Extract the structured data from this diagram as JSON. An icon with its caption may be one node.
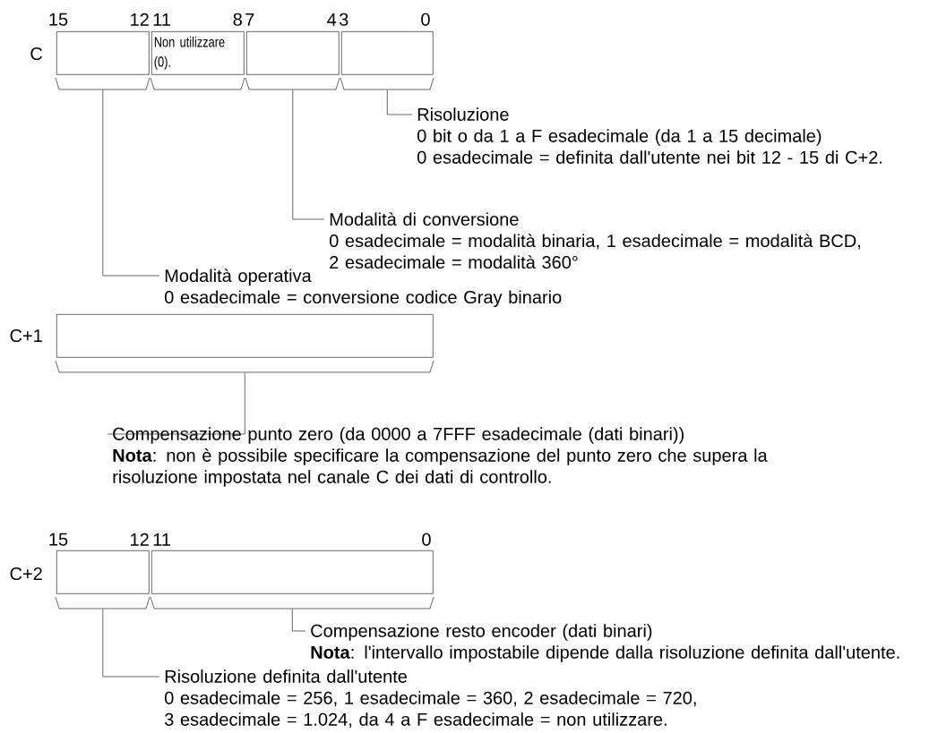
{
  "diagram": {
    "nodes": [
      {
        "text": [],
        "shape": "box"
      },
      {
        "text": [
          "Non utilizzare (0)."
        ]
      },
      {
        "text": [],
        "shape": "box"
      },
      {
        "text": [],
        "shape": "box"
      },
      {
        "text": [
          "Risoluzione",
          "0 bit o da 1 a F esadecimale (da 1 a 15 decimale)",
          "0 esadecimale = definita dall'utente nei bit 12 - 15 di C+2."
        ]
      },
      {
        "text": [
          "Modalità di conversione",
          "0 esadecimale = modalità binaria, 1 esadecimale = modalità BCD, 2 esadecimale = modalità 360°"
        ]
      },
      {
        "text": [
          "Modalità operativa",
          "0 esadecimale = conversione codice Gray binario"
        ]
      },
      {
        "text": [],
        "shape": "box"
      },
      {
        "text": [
          "Compensazione punto zero (da 0000 a 7FFF esadecimale (dati binari))",
          "**Nota**: non è possibile specificare la compensazione del punto zero che supera la risoluzione impostata nel canale C dei dati di controllo."
        ]
      },
      {
        "text": [],
        "shape": "box"
      },
      {
        "text": [],
        "shape": "box"
      },
      {
        "text": [
          "Compensazione resto encoder (dati binari)",
          "**Nota**: l'intervallo impostabile dipende dalla risoluzione definita dall'utente."
        ]
      },
      {
        "text": [
          "Risoluzione definita dall'utente",
          "0 esadecimale = 256, 1 esadecimale = 360, 2 esadecimale = 720, 3 esadecimale = 1.024, da 4 a F esadecimale = non utilizzare."
        ]
      }
    ],
    "edges": [
      {
        "from": 3,
        "to": 4,
        "arrow": "none"
      },
      {
        "from": 2,
        "to": 5,
        "arrow": "none"
      },
      {
        "from": 0,
        "to": 6,
        "arrow": "none"
      },
      {
        "from": 7,
        "to": 8,
        "arrow": "none"
      },
      {
        "from": 10,
        "to": 11,
        "arrow": "none"
      },
      {
        "from": 9,
        "to": 12,
        "arrow": "none"
      }
    ],
    "labels": [
      "15",
      "12",
      "11",
      "8",
      "7",
      "4",
      "3",
      "0",
      "C",
      "C+1",
      "15",
      "12",
      "11",
      "0",
      "C+2"
    ]
  }
}
